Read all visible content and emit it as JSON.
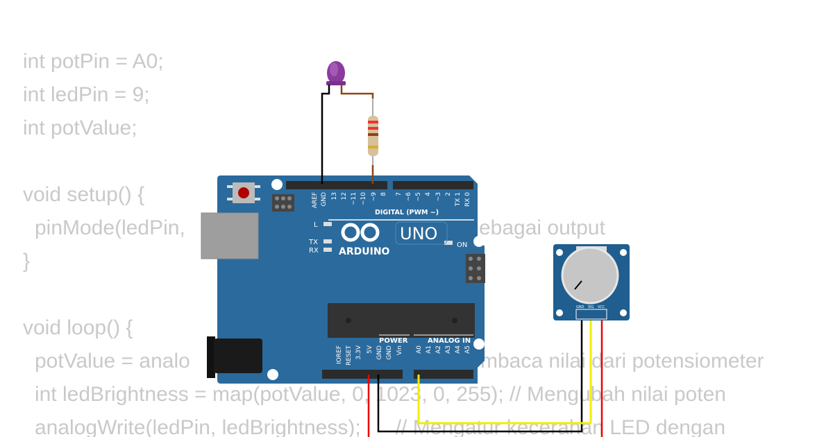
{
  "code": {
    "lines": [
      "int potPin = A0;",
      "int ledPin = 9;",
      "int potValue;",
      "void setup() {",
      "pinMode(ledPin,",
      "ebagai output",
      "}",
      "void loop() {",
      "potValue = analo",
      "mbaca nilai dari potensiometer",
      "int ledBrightness = map(potValue, 0, 1023, 0, 255); // Mengubah nilai poten",
      "analogWrite(ledPin, ledBrightness);      // Mengatur kecerahan LED dengan"
    ]
  },
  "board": {
    "brand": "ARDUINO",
    "model": "UNO",
    "digital_label": "DIGITAL (PWM ~)",
    "power_label": "POWER",
    "analog_label": "ANALOG IN",
    "led_l": "L",
    "led_tx": "TX",
    "led_rx": "RX",
    "led_on": "ON",
    "top_pins": [
      "AREF",
      "GND",
      "13",
      "12",
      "~11",
      "~10",
      "~9",
      "8",
      "7",
      "~6",
      "~5",
      "4",
      "~3",
      "2",
      "TX 1",
      "RX 0"
    ],
    "power_pins": [
      "IOREF",
      "RESET",
      "3.3V",
      "5V",
      "GND",
      "GND",
      "Vin"
    ],
    "analog_pins": [
      "A0",
      "A1",
      "A2",
      "A3",
      "A4",
      "A5"
    ],
    "color": "#2b6a9c"
  },
  "potentiometer": {
    "pins": [
      "GND",
      "SIG",
      "VCC"
    ],
    "color": "#1f5e8f"
  },
  "led": {
    "color": "#8b3a9e"
  },
  "wires": {
    "gnd": "#000000",
    "signal": "#f5f500",
    "vcc": "#ee0000",
    "led": "#8b4513"
  }
}
